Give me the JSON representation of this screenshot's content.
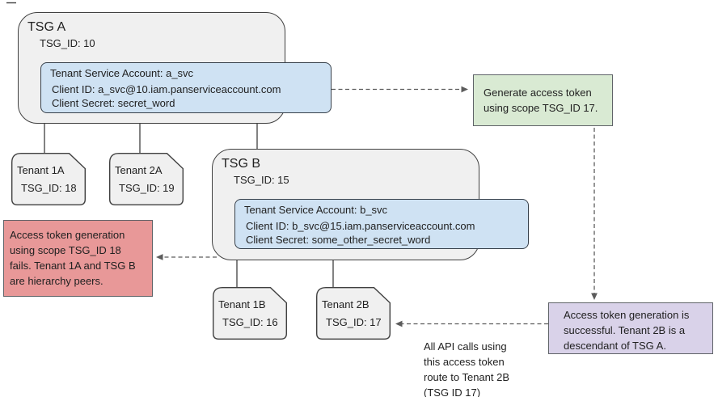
{
  "colors": {
    "gray-fill": "#f0f0f0",
    "blue-fill": "#cfe2f3",
    "green-fill": "#d9ead3",
    "red-fill": "#e89898",
    "purple-fill": "#d9d2e9",
    "connector": "#5c5c5c"
  },
  "tsg_a": {
    "title": "TSG A",
    "id": "TSG_ID: 10",
    "service_account": {
      "title": "Tenant Service Account: a_svc",
      "client_id": "Client ID: a_svc@10.iam.panserviceaccount.com",
      "client_secret": "Client Secret: secret_word"
    }
  },
  "tsg_b": {
    "title": "TSG B",
    "id": "TSG_ID: 15",
    "service_account": {
      "title": "Tenant Service Account: b_svc",
      "client_id": "Client ID: b_svc@15.iam.panserviceaccount.com",
      "client_secret": "Client Secret: some_other_secret_word"
    }
  },
  "tenants": {
    "t1a": {
      "name": "Tenant 1A",
      "id": "TSG_ID: 18"
    },
    "t2a": {
      "name": "Tenant 2A",
      "id": "TSG_ID: 19"
    },
    "t1b": {
      "name": "Tenant 1B",
      "id": "TSG_ID: 16"
    },
    "t2b": {
      "name": "Tenant 2B",
      "id": "TSG_ID: 17"
    }
  },
  "notes": {
    "generate": {
      "lines": [
        "Generate access token",
        "using scope TSG_ID 17."
      ]
    },
    "fail": {
      "lines": [
        "Access token generation",
        "using scope TSG_ID 18",
        "fails. Tenant 1A and TSG B",
        "are hierarchy peers."
      ]
    },
    "success": {
      "lines": [
        "Access token generation is",
        "successful. Tenant 2B is a",
        "descendant of TSG A."
      ]
    },
    "route": {
      "lines": [
        "All API calls using",
        "this access token",
        "route to Tenant 2B",
        "(TSG ID 17)"
      ]
    }
  }
}
